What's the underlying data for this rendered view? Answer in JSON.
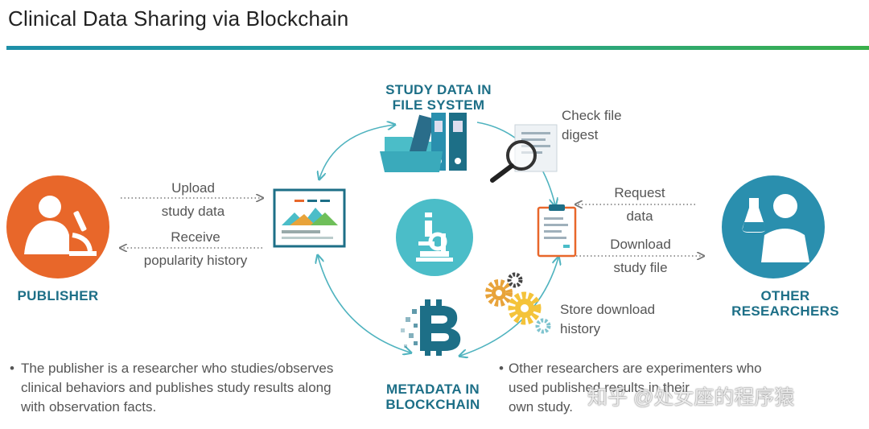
{
  "title": "Clinical Data Sharing via Blockchain",
  "nodes": {
    "study_data": "STUDY DATA IN\nFILE SYSTEM",
    "publisher": "PUBLISHER",
    "other_researchers": "OTHER\nRESEARCHERS",
    "metadata": "METADATA IN\nBLOCKCHAIN"
  },
  "labels": {
    "check_file": "Check file\ndigest",
    "upload": "Upload\nstudy data",
    "receive": "Receive\npopularity history",
    "request": "Request\ndata",
    "download": "Download\nstudy file",
    "store": "Store download\nhistory"
  },
  "notes": {
    "publisher": "The publisher is a researcher who studies/observes\nclinical behaviors and publishes study results along\nwith observation facts.",
    "researchers": "Other researchers are experimenters who\nused published results in their\nown study."
  },
  "watermark": "知乎 @处女座的程序猿",
  "colors": {
    "teal_heading": "#1d6f87",
    "orange": "#e8672a",
    "researcher_blue": "#2a8fae",
    "accent_teal": "#4bbdc8",
    "arrow": "#4fb3bf"
  }
}
